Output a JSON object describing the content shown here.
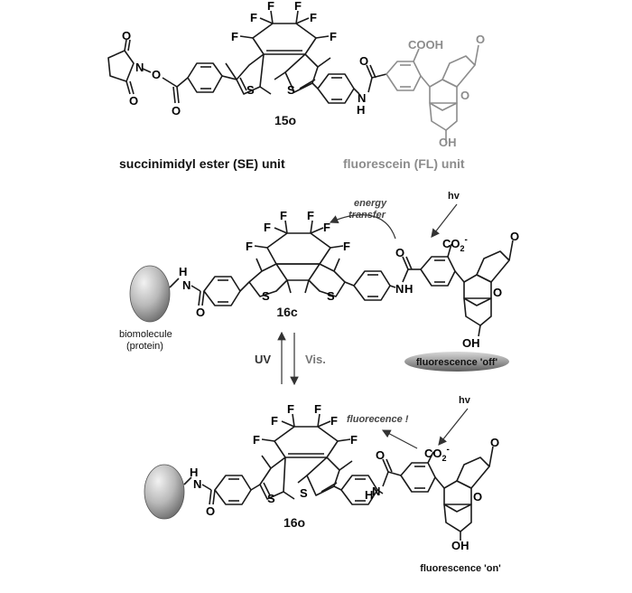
{
  "compounds": {
    "c15o": "15o",
    "c16c": "16c",
    "c16o": "16o"
  },
  "unit_labels": {
    "se_unit": "succinimidyl ester (SE) unit",
    "fl_unit": "fluorescein (FL) unit"
  },
  "annotations": {
    "energy_transfer_line1": "energy",
    "energy_transfer_line2": "transfer",
    "fluorescence_emit": "fluorecence !",
    "hv_top": "hv",
    "hv_bottom": "hv",
    "biomolecule_line1": "biomolecule",
    "biomolecule_line2": "(protein)",
    "uv": "UV",
    "vis": "Vis."
  },
  "badges": {
    "fluorescence_off": "fluorescence 'off'",
    "fluorescence_on": "fluorescence 'on'"
  },
  "atoms": {
    "F": "F",
    "S": "S",
    "N": "N",
    "O": "O",
    "H": "H",
    "cooh": "COOH",
    "co2": "CO",
    "co2_sub": "2",
    "co2_sup": "-",
    "oh": "OH"
  },
  "colors": {
    "ink": "#1a1a1a",
    "fluorescein_gray": "#8c8c8c",
    "protein_gray": "#9a9a9a"
  }
}
